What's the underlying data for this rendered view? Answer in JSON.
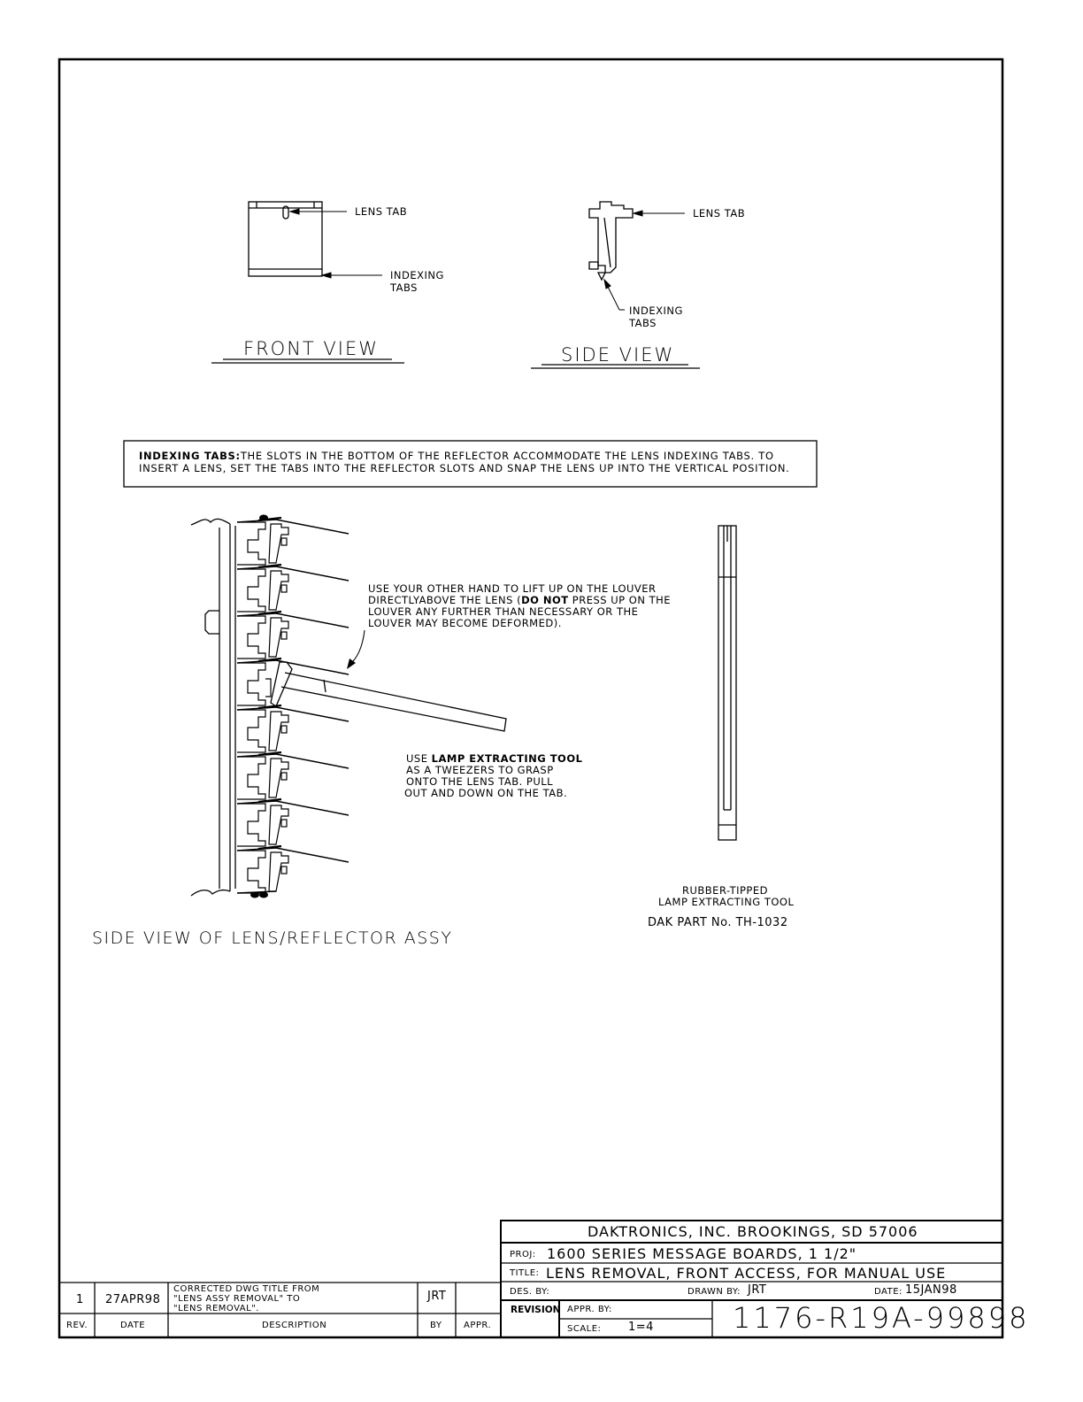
{
  "front_view": {
    "label_lens_tab": "LENS TAB",
    "label_indexing_tabs": "INDEXING\nTABS",
    "title": "FRONT VIEW"
  },
  "side_view": {
    "label_lens_tab": "LENS TAB",
    "label_indexing_tabs": "INDEXING\nTABS",
    "title": "SIDE VIEW"
  },
  "note_box": {
    "heading": "INDEXING TABS:",
    "line1": "THE SLOTS IN THE BOTTOM OF THE REFLECTOR ACCOMMODATE THE LENS INDEXING TABS. TO",
    "line2": "INSERT A LENS, SET THE TABS INTO THE REFLECTOR SLOTS AND SNAP THE LENS UP INTO THE VERTICAL POSITION."
  },
  "assembly": {
    "louver_note_1": "USE YOUR OTHER HAND TO LIFT UP ON THE LOUVER",
    "louver_note_2a": "DIRECTLYABOVE THE LENS (",
    "louver_note_2b": "DO NOT",
    "louver_note_2c": " PRESS UP ON THE",
    "louver_note_3": "LOUVER ANY FURTHER THAN NECESSARY OR THE",
    "louver_note_4": "LOUVER MAY BECOME DEFORMED).",
    "tool_note_1a": "USE ",
    "tool_note_1b": "LAMP EXTRACTING TOOL",
    "tool_note_2": "AS A TWEEZERS TO GRASP",
    "tool_note_3": "ONTO THE LENS TAB. PULL",
    "tool_note_4": "OUT AND DOWN ON THE TAB.",
    "title": "SIDE VIEW OF LENS/REFLECTOR ASSY"
  },
  "tool": {
    "label_1": "RUBBER-TIPPED",
    "label_2": "LAMP EXTRACTING TOOL",
    "part": "DAK PART No. TH-1032"
  },
  "revision_block": {
    "rev": "1",
    "date": "27APR98",
    "description": "CORRECTED DWG TITLE FROM\n\"LENS ASSY REMOVAL\" TO\n\"LENS REMOVAL\".",
    "by": "JRT",
    "appr": "",
    "hdr_rev": "REV.",
    "hdr_date": "DATE",
    "hdr_description": "DESCRIPTION",
    "hdr_by": "BY",
    "hdr_appr": "APPR."
  },
  "title_block": {
    "company": "DAKTRONICS, INC.   BROOKINGS, SD  57006",
    "proj_label": "PROJ:",
    "proj": "1600 SERIES MESSAGE BOARDS, 1 1/2\"",
    "title_label": "TITLE:",
    "title": "LENS REMOVAL, FRONT ACCESS, FOR MANUAL USE",
    "des_by_label": "DES. BY:",
    "drawn_by_label": "DRAWN BY:",
    "drawn_by": "JRT",
    "date_label": "DATE:",
    "date": "15JAN98",
    "revision_label": "REVISION",
    "appr_by_label": "APPR. BY:",
    "scale_label": "SCALE:",
    "scale": "1=4",
    "drawing_number": "1176-R19A-99898"
  }
}
